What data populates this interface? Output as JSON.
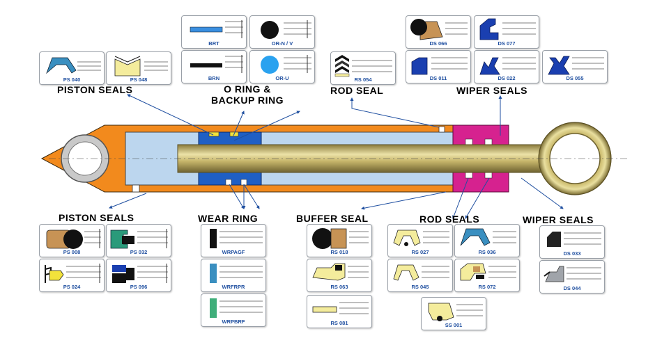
{
  "headings": {
    "piston_seals_top": "PISTON SEALS",
    "oring_line1": "O RING &",
    "oring_line2": "BACKUP RING",
    "rod_seal_top": "ROD SEAL",
    "wiper_seals_top": "WIPER SEALS",
    "piston_seals_bottom": "PISTON SEALS",
    "wear_ring": "WEAR RING",
    "buffer_seal": "BUFFER SEAL",
    "rod_seals_bottom": "ROD SEALS",
    "wiper_seals_bottom": "WIPER SEALS"
  },
  "parts": {
    "ps040": "PS 040",
    "ps048": "PS 048",
    "brt": "BRT",
    "orn": "OR-N / V",
    "brn": "BRN",
    "oru": "OR-U",
    "rs054": "RS 054",
    "ds066": "DS 066",
    "ds077": "DS 077",
    "ds011": "DS 011",
    "ds022": "DS 022",
    "ds055": "DS 055",
    "ps008": "PS 008",
    "ps032": "PS 032",
    "ps024": "PS 024",
    "ps096": "PS 096",
    "wrpagf": "WRPAGF",
    "wrfrpr": "WRFRPR",
    "wrpbrf": "WRPBRF",
    "rs018": "RS 018",
    "rs063": "RS 063",
    "rs081": "RS 081",
    "rs027": "RS 027",
    "rs036": "RS 036",
    "rs045": "RS 045",
    "rs072": "RS 072",
    "ss001": "SS 001",
    "ds033": "DS 033",
    "ds044": "DS 044"
  },
  "colors": {
    "cylinder_body": "#f28a1d",
    "cylinder_bore": "#bcd6ee",
    "piston": "#1f5fc4",
    "gland": "#d6228f",
    "rod": "#c9b86a",
    "label_blue": "#1f4fa0",
    "seal_navy": "#1a3fb0",
    "seal_cream": "#f4ec9c",
    "seal_teal": "#3a8fc0",
    "seal_tan": "#c79355"
  }
}
